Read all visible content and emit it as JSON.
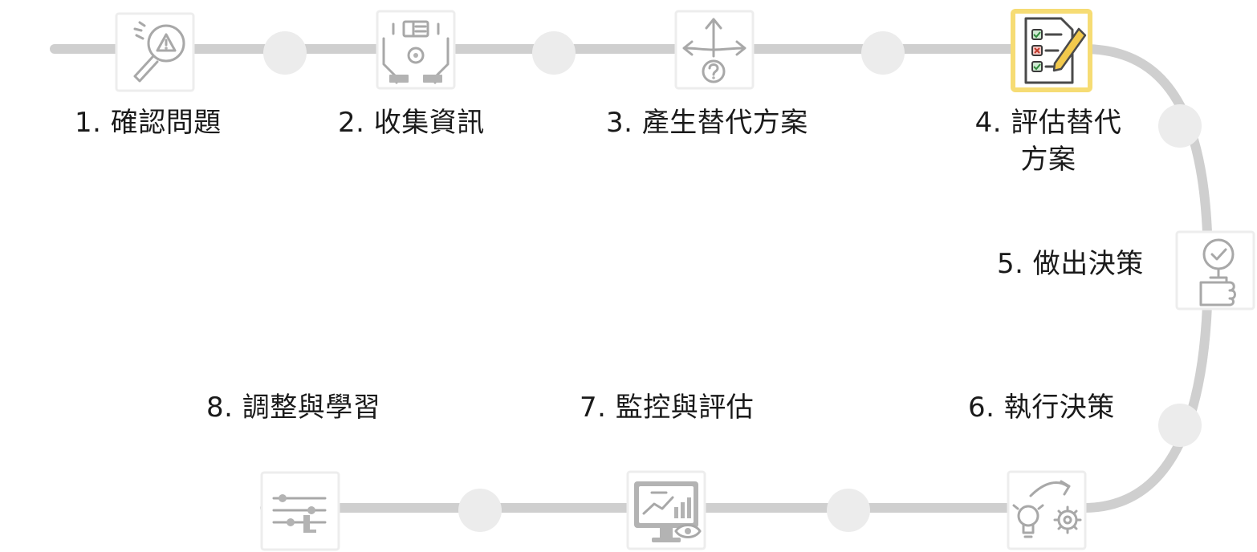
{
  "steps": [
    {
      "label": "1. 確認問題",
      "icon": "magnifier-warning-icon",
      "active": false
    },
    {
      "label": "2. 收集資訊",
      "icon": "hands-gear-icon",
      "active": false
    },
    {
      "label": "3. 產生替代方案",
      "icon": "split-arrows-question-icon",
      "active": false
    },
    {
      "label_line1": "4. 評估替代",
      "label_line2": "方案",
      "icon": "checklist-pencil-icon",
      "active": true
    },
    {
      "label": "5. 做出決策",
      "icon": "hand-checkmark-icon",
      "active": false
    },
    {
      "label": "6. 執行決策",
      "icon": "bulb-gear-icon",
      "active": false
    },
    {
      "label": "7. 監控與評估",
      "icon": "monitor-chart-eye-icon",
      "active": false
    },
    {
      "label": "8. 調整與學習",
      "icon": "sliders-icon",
      "active": false
    }
  ],
  "colors": {
    "track": "#cfcfcf",
    "dot": "#ececec",
    "active_border": "#f6dc74",
    "icon_gray": "#a8a8a8"
  }
}
